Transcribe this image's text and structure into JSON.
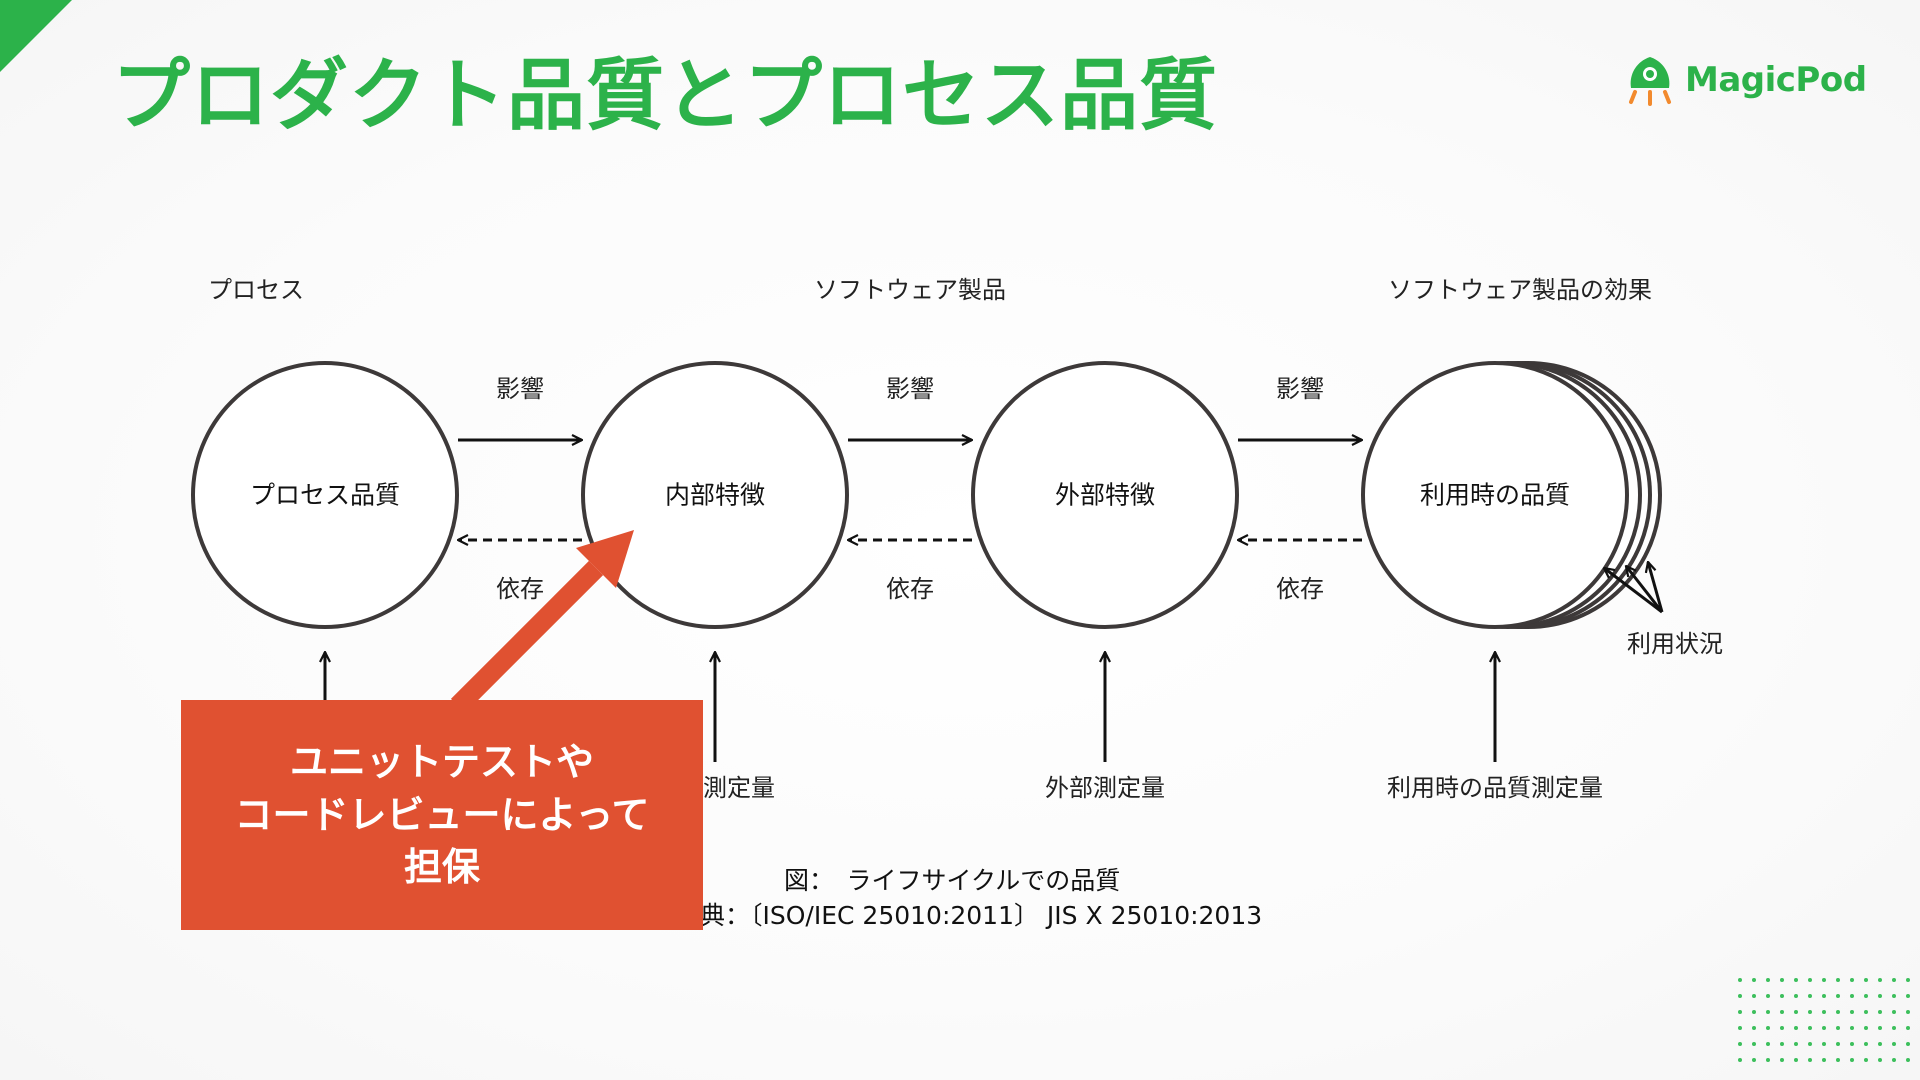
{
  "title": "プロダクト品質とプロセス品質",
  "logo": {
    "text": "MagicPod",
    "icon": "rocket-icon"
  },
  "colors": {
    "accent_green": "#2cb24a",
    "callout_red": "#e05131",
    "stroke": "#3d3939"
  },
  "diagram": {
    "column_headers": [
      "プロセス",
      "ソフトウェア製品",
      "ソフトウェア製品の効果"
    ],
    "nodes": [
      "プロセス品質",
      "内部特徴",
      "外部特徴",
      "利用時の品質"
    ],
    "forward_label": "影響",
    "backward_label": "依存",
    "bottom_labels": [
      "",
      "測定量",
      "外部測定量",
      "利用時の品質測定量"
    ],
    "context_label": "利用状況"
  },
  "callout": {
    "lines": [
      "ユニットテストや",
      "コードレビューによって",
      "担保"
    ]
  },
  "caption": {
    "figure": "図：　ライフサイクルでの品質",
    "source": "典：〔ISO/IEC 25010:2011〕 JIS X 25010:2013"
  }
}
